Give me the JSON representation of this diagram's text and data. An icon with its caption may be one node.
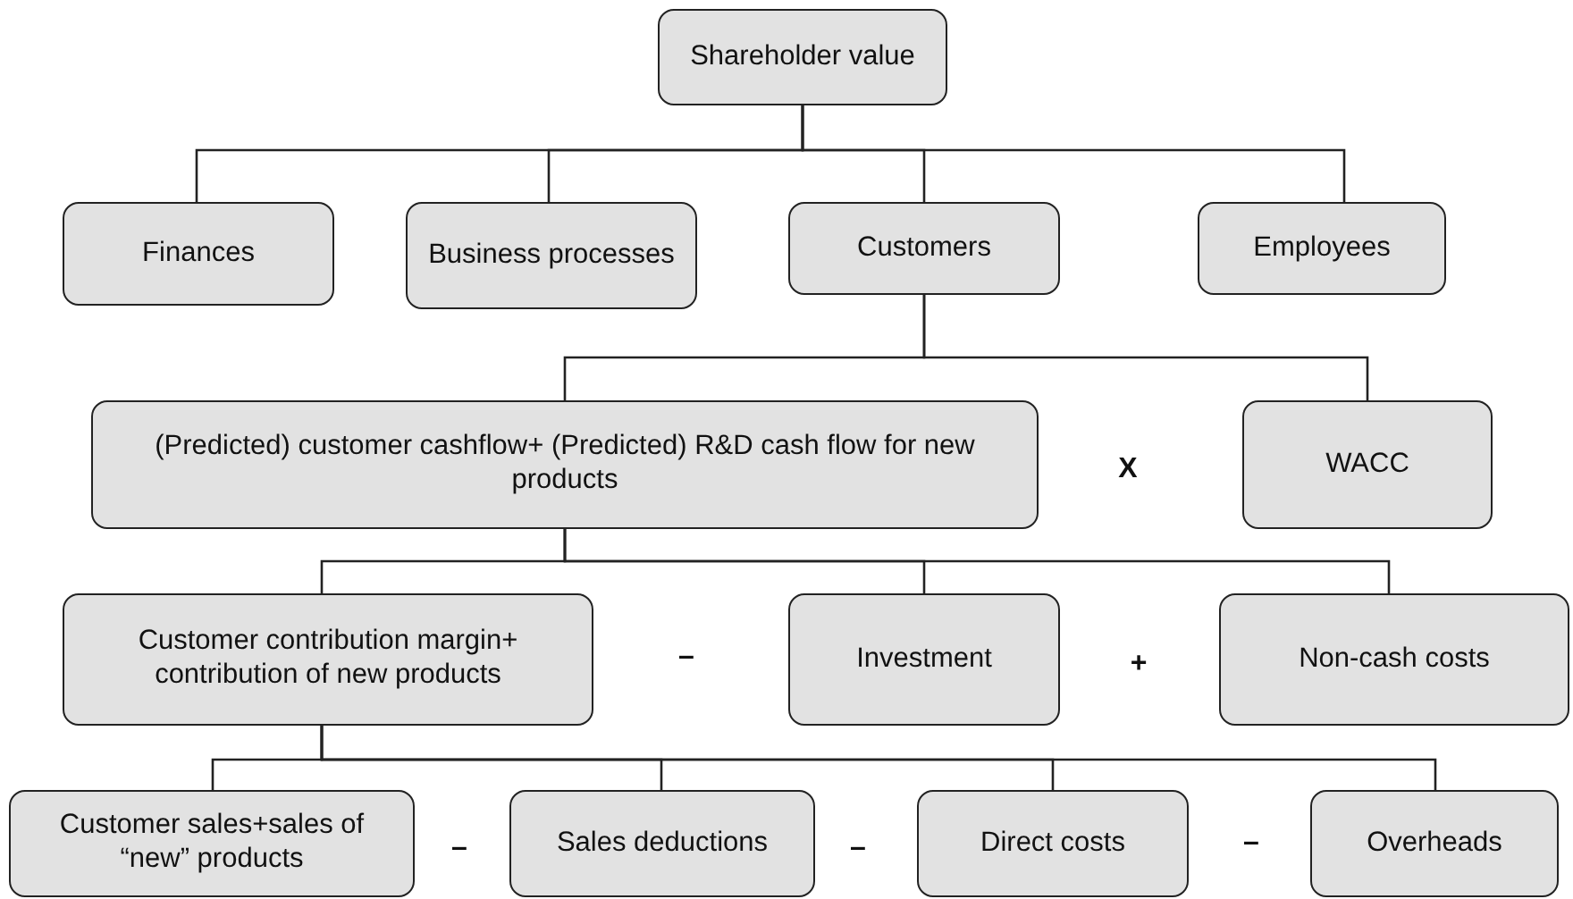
{
  "diagram": {
    "nodes": [
      {
        "text": [
          "Shareholder value"
        ]
      },
      {
        "text": [
          "Finances"
        ]
      },
      {
        "text": [
          "Business processes"
        ]
      },
      {
        "text": [
          "Customers"
        ]
      },
      {
        "text": [
          "Employees"
        ]
      },
      {
        "text": [
          "(Predicted) customer cashflow+ (Predicted) R&D cash flow for new products"
        ]
      },
      {
        "text": [
          "WACC"
        ]
      },
      {
        "text": [
          "Customer contribution margin+ contribution of new products"
        ]
      },
      {
        "text": [
          "Investment"
        ]
      },
      {
        "text": [
          "Non-cash costs"
        ]
      },
      {
        "text": [
          "Customer sales+sales of “new” products"
        ]
      },
      {
        "text": [
          "Sales deductions"
        ]
      },
      {
        "text": [
          "Direct costs"
        ]
      },
      {
        "text": [
          "Overheads"
        ]
      }
    ],
    "edges": [
      {
        "from": 0,
        "to": 1,
        "arrow": "none"
      },
      {
        "from": 0,
        "to": 2,
        "arrow": "none"
      },
      {
        "from": 0,
        "to": 3,
        "arrow": "none"
      },
      {
        "from": 0,
        "to": 4,
        "arrow": "none"
      },
      {
        "from": 3,
        "to": 5,
        "arrow": "none"
      },
      {
        "from": 3,
        "to": 6,
        "arrow": "none"
      },
      {
        "from": 5,
        "to": 7,
        "arrow": "none"
      },
      {
        "from": 5,
        "to": 8,
        "arrow": "none"
      },
      {
        "from": 5,
        "to": 9,
        "arrow": "none"
      },
      {
        "from": 7,
        "to": 10,
        "arrow": "none"
      },
      {
        "from": 7,
        "to": 11,
        "arrow": "none"
      },
      {
        "from": 7,
        "to": 12,
        "arrow": "none"
      },
      {
        "from": 7,
        "to": 13,
        "arrow": "none"
      }
    ],
    "labels": [
      "X",
      "–",
      "+",
      "–",
      "–",
      "–"
    ]
  }
}
